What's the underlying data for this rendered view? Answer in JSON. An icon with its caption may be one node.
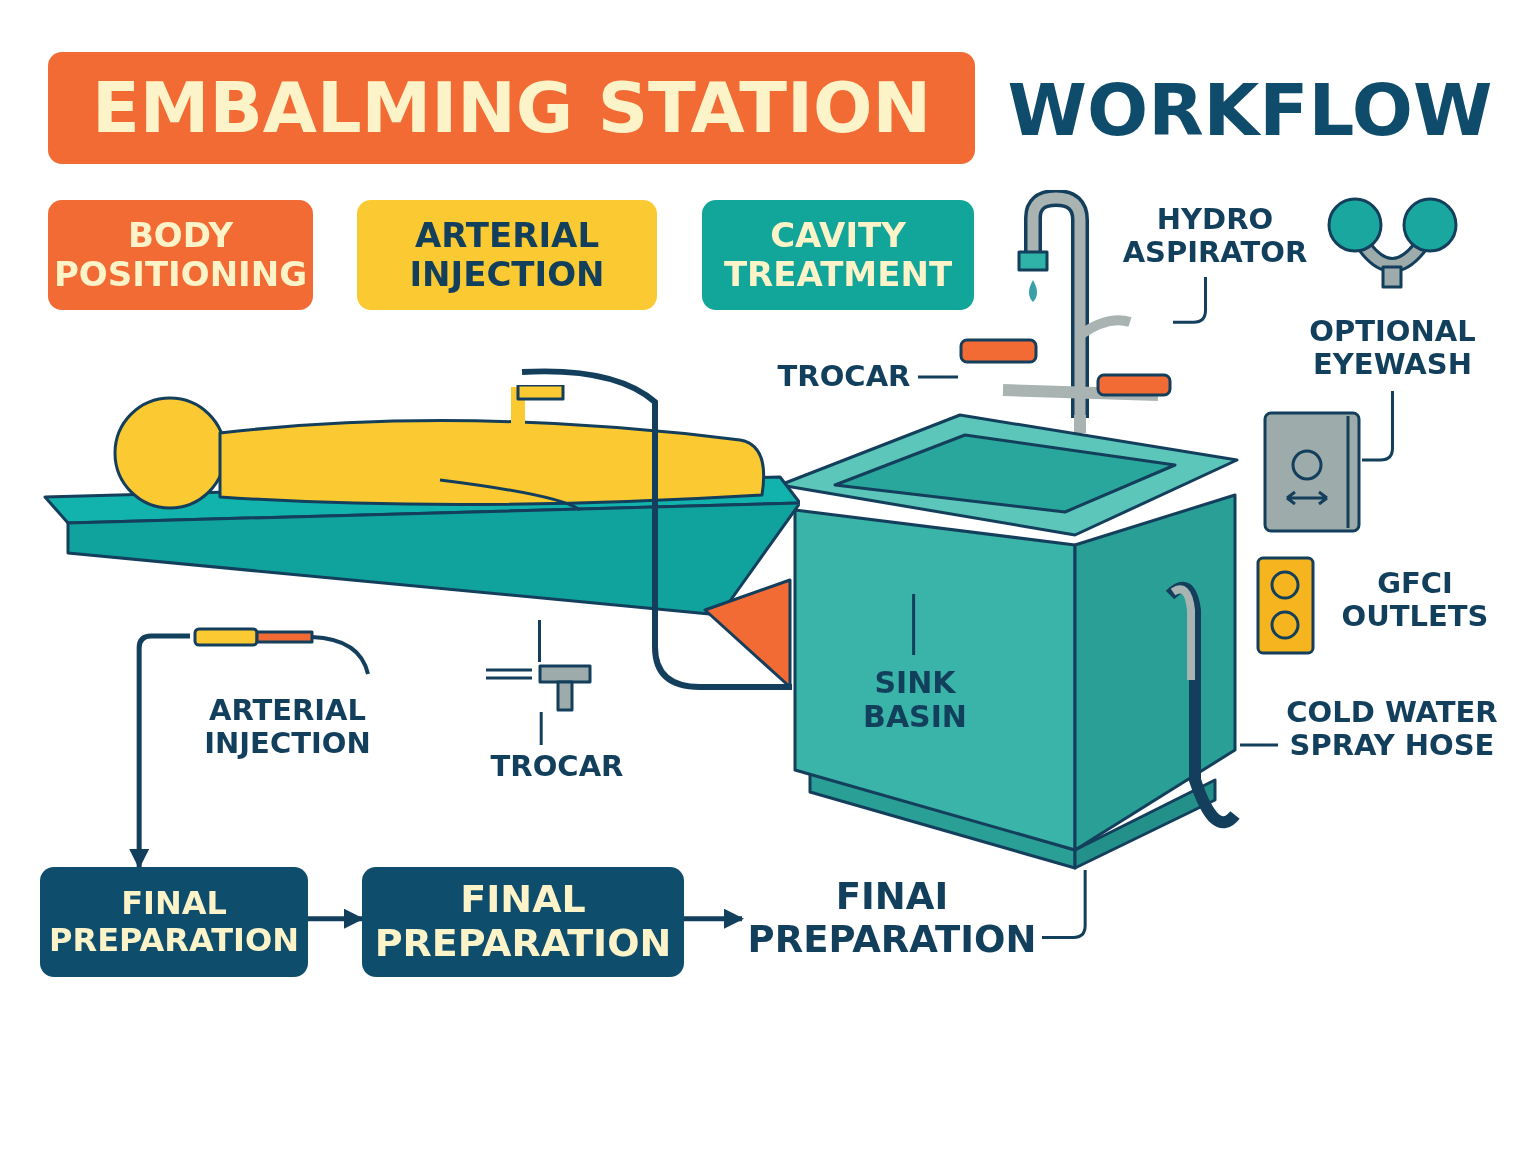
{
  "diagram": {
    "nodes": [
      {
        "text": [
          "EMBALMING STATION"
        ]
      },
      {
        "text": [
          "BODY POSITIONING"
        ]
      },
      {
        "text": [
          "ARTERIAL INJECTION"
        ]
      },
      {
        "text": [
          "CAVITY TREATMENT"
        ]
      },
      {
        "text": [],
        "shape": "picture"
      },
      {
        "text": [
          "HYDRO ASPIRATOR"
        ]
      },
      {
        "text": [
          "TROCAR"
        ]
      },
      {
        "text": [
          "OPTIONAL EYEWASH"
        ]
      },
      {
        "text": [],
        "shape": "picture"
      },
      {
        "text": [],
        "shape": "picture"
      },
      {
        "text": [
          "SINK BASIN"
        ],
        "in": 9
      },
      {
        "text": [
          "COLD WATER SPRAY HOSE"
        ]
      },
      {
        "text": [],
        "shape": "picture"
      },
      {
        "text": [],
        "shape": "picture"
      },
      {
        "text": [
          "ARTERIAL INJECTION"
        ]
      },
      {
        "text": [],
        "shape": "picture"
      },
      {
        "text": [
          "TROCAR"
        ]
      },
      {
        "text": [
          "FINAL PREPARATION"
        ]
      },
      {
        "text": [
          "FINAL PREPARATION"
        ]
      },
      {
        "text": [
          "FINAI PREPARATION"
        ]
      }
    ],
    "edges": [
      {
        "from": 5,
        "to": 4,
        "arrow": "none"
      },
      {
        "from": 6,
        "to": 4,
        "arrow": "none"
      },
      {
        "from": 7,
        "to": 8,
        "arrow": "none"
      },
      {
        "from": 10,
        "to": 9,
        "arrow": "none"
      },
      {
        "from": 11,
        "to": 9,
        "arrow": "none"
      },
      {
        "from": 15,
        "to": 12,
        "arrow": "none"
      },
      {
        "from": 16,
        "to": 15,
        "arrow": "none"
      },
      {
        "from": 13,
        "to": 17,
        "arrow": "to"
      },
      {
        "from": 17,
        "to": 18,
        "arrow": "to"
      },
      {
        "from": 18,
        "to": 19,
        "arrow": "to"
      },
      {
        "from": 9,
        "to": 19,
        "arrow": "none"
      }
    ],
    "labels": [
      "WORKFLOW",
      "GFCI OUTLETS"
    ]
  }
}
